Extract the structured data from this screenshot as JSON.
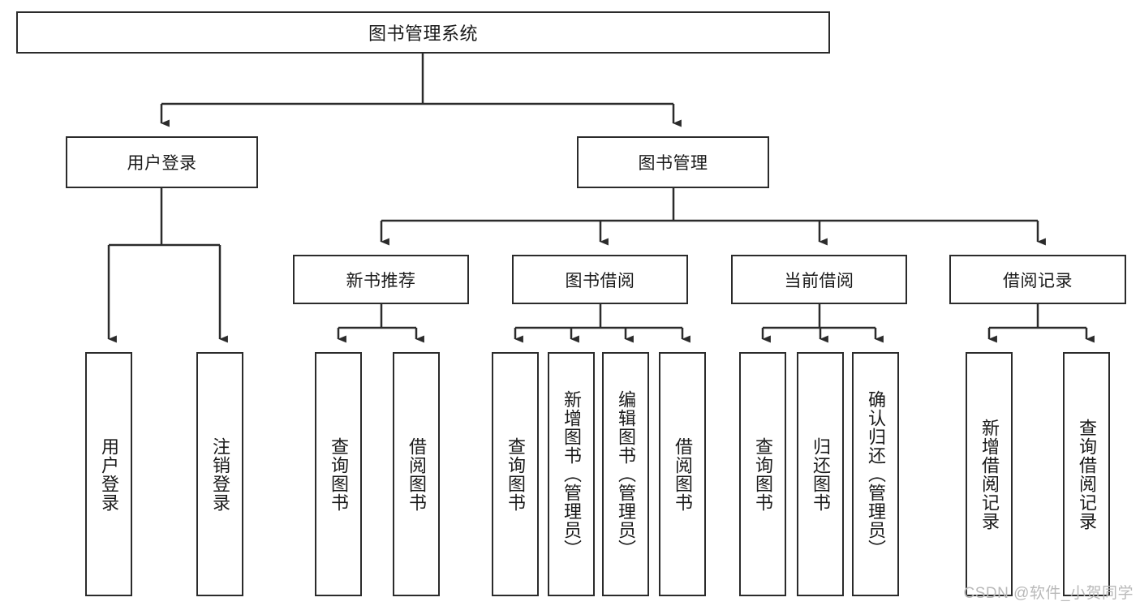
{
  "diagram": {
    "title": "图书管理系统",
    "type": "tree-hierarchy",
    "colors": {
      "stroke": "#2b2b2b",
      "fill": "#ffffff",
      "text": "#1a1a1a",
      "watermark": "#b9b9b9"
    },
    "root": {
      "label": "图书管理系统"
    },
    "level1": [
      {
        "label": "用户登录"
      },
      {
        "label": "图书管理"
      }
    ],
    "level2": [
      {
        "label": "新书推荐"
      },
      {
        "label": "图书借阅"
      },
      {
        "label": "当前借阅"
      },
      {
        "label": "借阅记录"
      }
    ],
    "leaves": {
      "user_login": [
        {
          "label": "用户登录"
        },
        {
          "label": "注销登录"
        }
      ],
      "new_book_recommend": [
        {
          "label": "查询图书"
        },
        {
          "label": "借阅图书"
        }
      ],
      "book_borrow": [
        {
          "label": "查询图书"
        },
        {
          "label": "新增图书（管理员）"
        },
        {
          "label": "编辑图书（管理员）"
        },
        {
          "label": "借阅图书"
        }
      ],
      "current_borrow": [
        {
          "label": "查询图书"
        },
        {
          "label": "归还图书"
        },
        {
          "label": "确认归还（管理员）"
        }
      ],
      "borrow_record": [
        {
          "label": "新增借阅记录"
        },
        {
          "label": "查询借阅记录"
        }
      ]
    }
  },
  "watermark": {
    "text": "CSDN @软件_小贺同学"
  }
}
